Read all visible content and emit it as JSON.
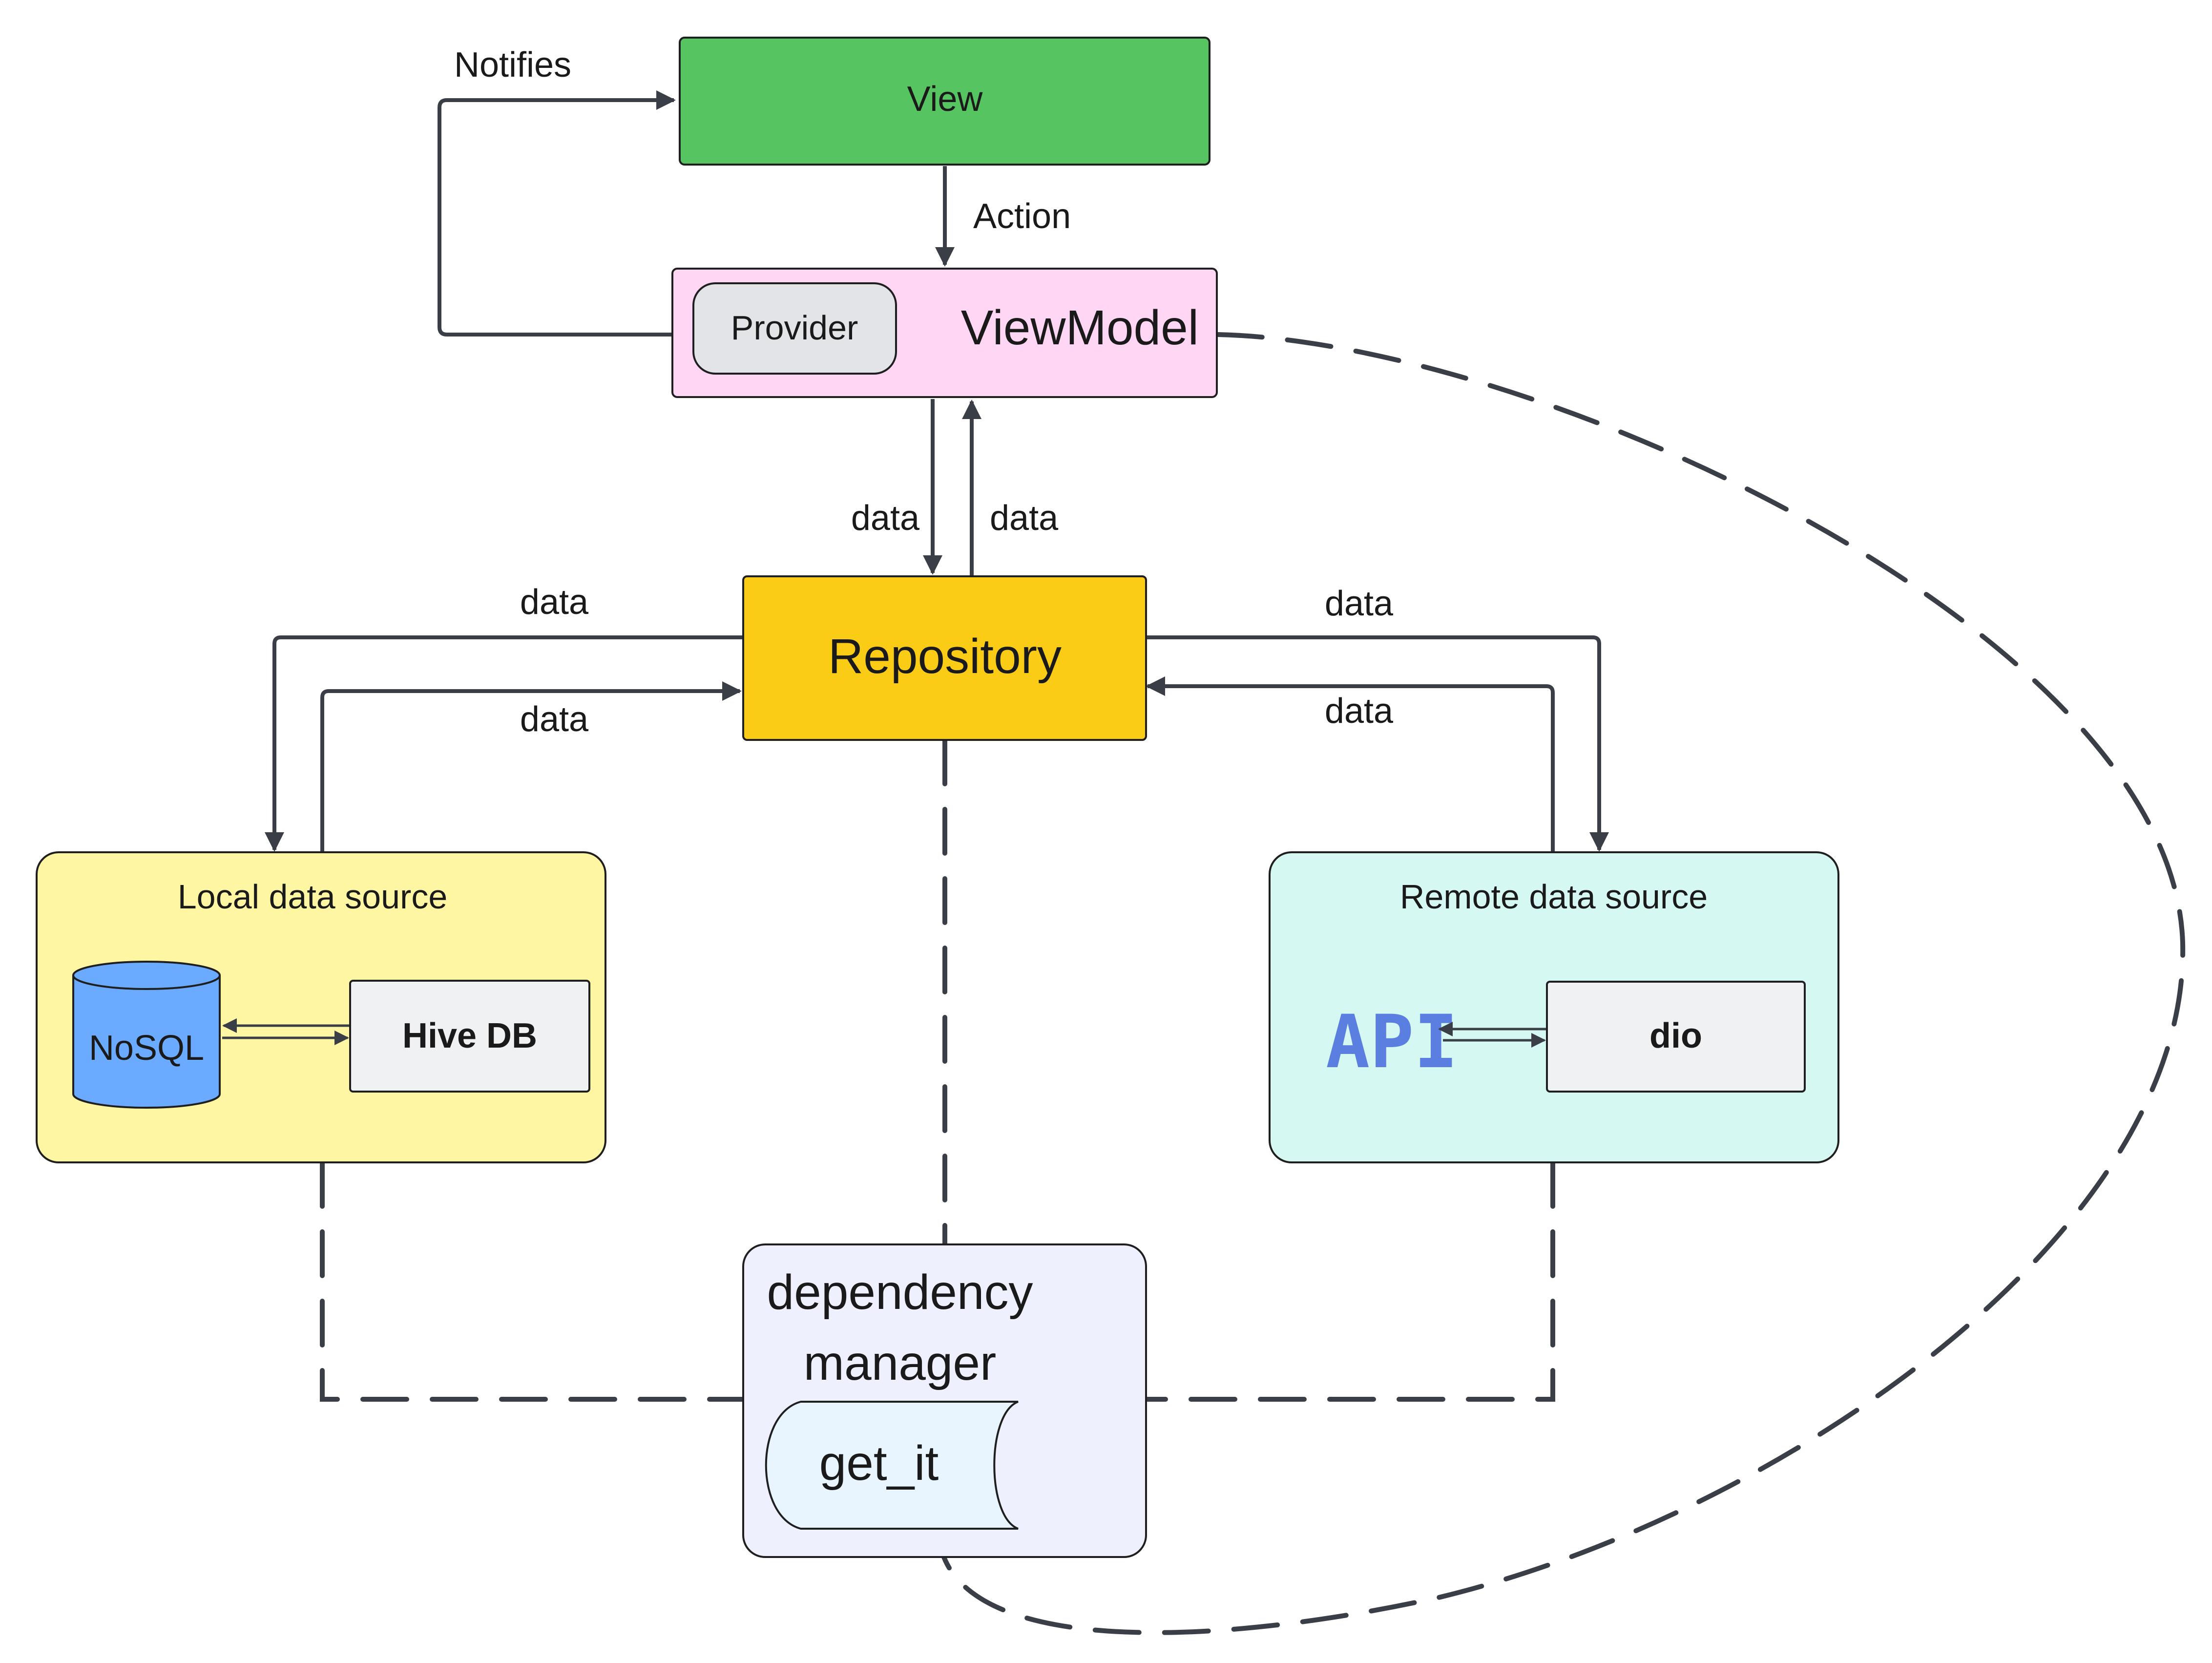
{
  "nodes": {
    "view": "View",
    "viewmodel": "ViewModel",
    "provider": "Provider",
    "repository": "Repository",
    "local_source": "Local data source",
    "nosql": "NoSQL",
    "hive": "Hive DB",
    "remote_source": "Remote data source",
    "api": "API",
    "dio": "dio",
    "dependency_line1": "dependency",
    "dependency_line2": "manager",
    "getit": "get_it"
  },
  "edges": {
    "notifies": "Notifies",
    "action": "Action",
    "vm_to_repo": "data",
    "repo_to_vm": "data",
    "repo_to_local": "data",
    "local_to_repo": "data",
    "repo_to_remote": "data",
    "remote_to_repo": "data"
  },
  "colors": {
    "view": "#55c461",
    "viewmodel": "#ffd6f3",
    "provider": "#e2e4e8",
    "repository": "#facc15",
    "local": "#fff6a3",
    "nosql": "#6aabff",
    "hive": "#f0f1f3",
    "remote": "#d6f8f2",
    "api": "#5b7fe0",
    "dependency": "#eff0fe",
    "getit": "#e8f4fe",
    "connector": "#3a3f47"
  }
}
